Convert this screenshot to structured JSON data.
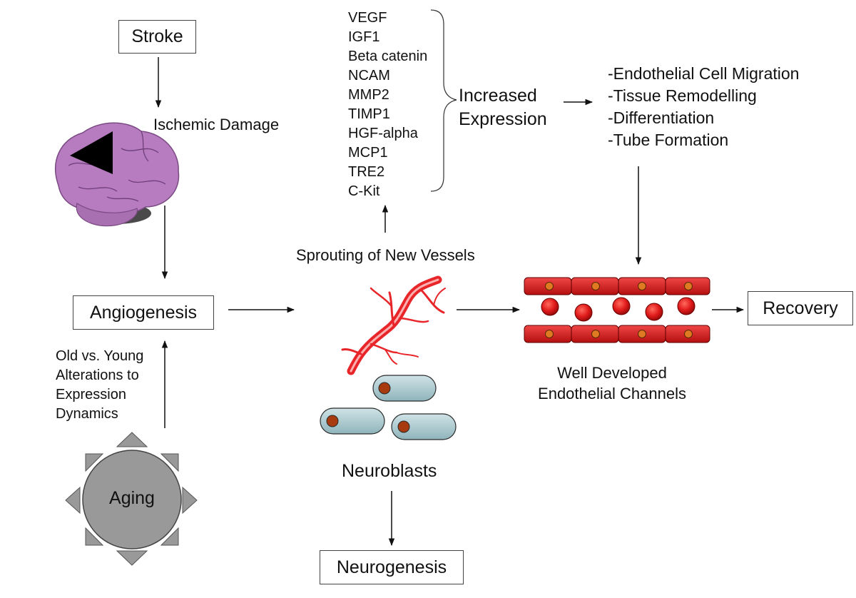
{
  "nodes": {
    "stroke": "Stroke",
    "ischemic_damage": "Ischemic Damage",
    "angiogenesis": "Angiogenesis",
    "aging": "Aging",
    "aging_note": [
      "Old vs. Young",
      "Alterations to",
      "Expression",
      "Dynamics"
    ],
    "sprouting": "Sprouting of New Vessels",
    "neuroblasts": "Neuroblasts",
    "neurogenesis": "Neurogenesis",
    "increased_expression": [
      "Increased",
      "Expression"
    ],
    "channels": [
      "Well Developed",
      "Endothelial Channels"
    ],
    "recovery": "Recovery"
  },
  "genes": [
    "VEGF",
    "IGF1",
    "Beta catenin",
    "NCAM",
    "MMP2",
    "TIMP1",
    "HGF-alpha",
    "MCP1",
    "TRE2",
    "C-Kit"
  ],
  "outcomes": [
    "-Endothelial Cell Migration",
    "-Tissue Remodelling",
    "-Differentiation",
    "-Tube Formation"
  ],
  "colors": {
    "brain": "#b77bc0",
    "vessel": "#e8262a",
    "cell": "#a9c9cf",
    "nucleus": "#a83a10",
    "aging_gear": "#999999"
  }
}
